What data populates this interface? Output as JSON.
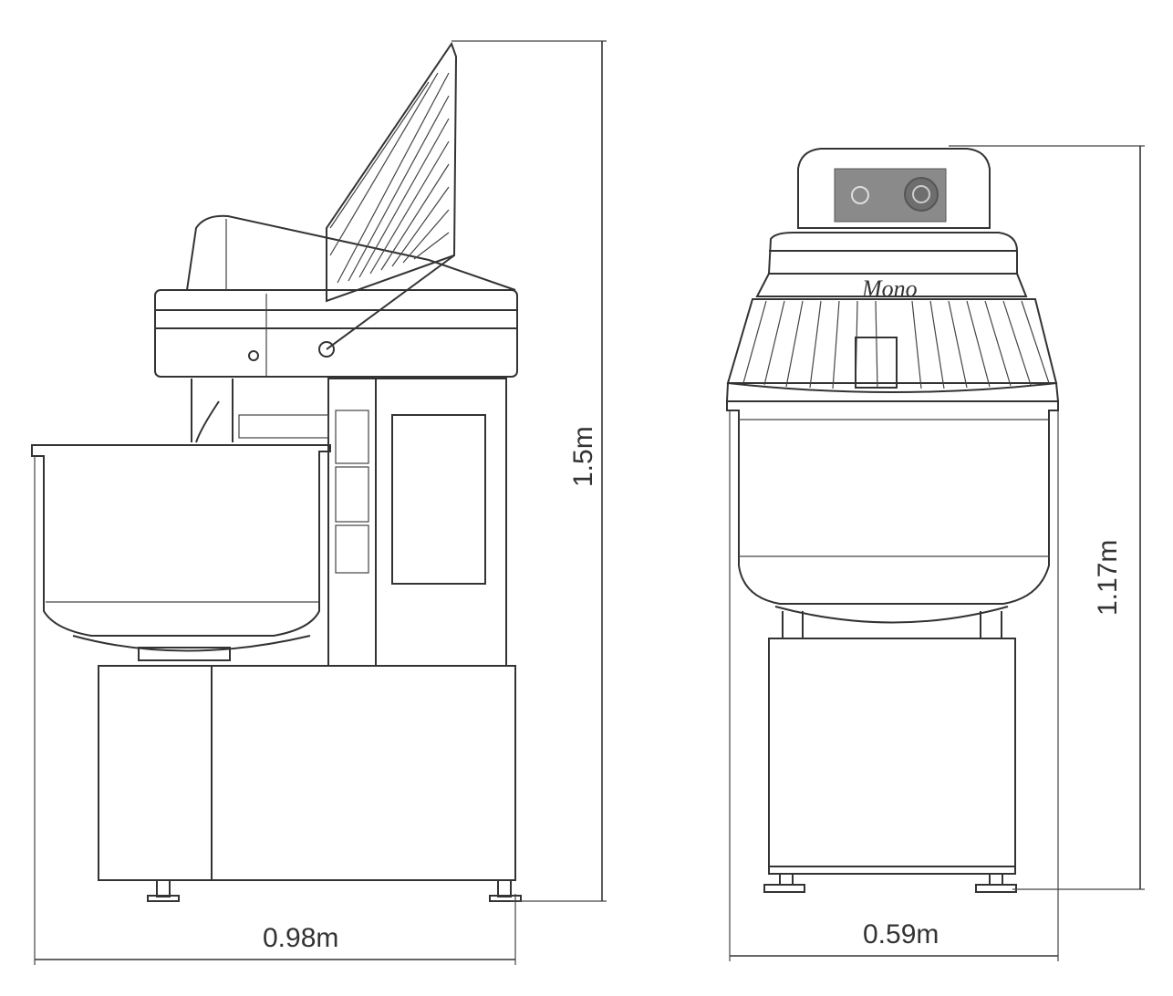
{
  "title": "Spiral mixer dimensions",
  "side_view": {
    "width_label": "0.98m",
    "height_label": "1.5m"
  },
  "front_view": {
    "width_label": "0.59m",
    "height_label": "1.17m"
  },
  "logo_text": "Mono",
  "colors": {
    "line": "#333333",
    "background": "#ffffff"
  }
}
